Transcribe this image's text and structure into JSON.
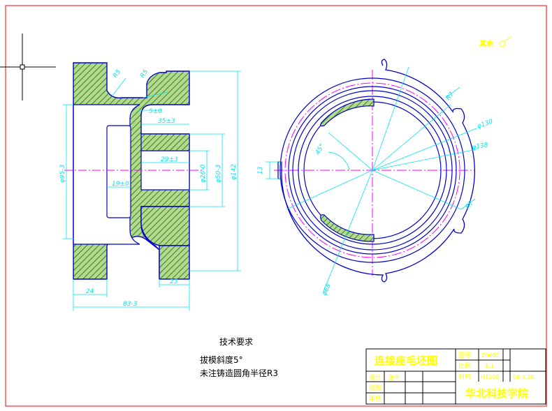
{
  "colors": {
    "border": "#ff0000",
    "outline": "#0000cc",
    "dimension": "#00e5ee",
    "centerline": "#ff00ff",
    "hatch": "#4caf50",
    "titleblock_text": "#ffff00"
  },
  "corner_note": "其余",
  "section_view": {
    "dimensions": {
      "r5_a": "R5",
      "r5_b": "R5",
      "d5": "5±0",
      "d35": "35±3",
      "d29": "29±3",
      "d19": "19±0",
      "dia95": "φ95-3",
      "dia26": "φ26-0",
      "dia50": "φ50-3",
      "dia142": "φ142",
      "w24": "24",
      "w23": "23",
      "w83": "83-3"
    }
  },
  "front_view": {
    "dimensions": {
      "r7_top": "R7",
      "r7_bottom": "R7",
      "dia130": "φ130",
      "dia138": "φ138",
      "angle45": "45°",
      "d13": "13",
      "dia68": "φ68"
    }
  },
  "notes": {
    "heading": "技术要求",
    "line1": "拔模斜度5°",
    "line2": "未注铸造圆角半径R3"
  },
  "title_block": {
    "title": "连接座毛坯图",
    "drawing_no_label": "图号",
    "drawing_no": "Z0602",
    "scale_label": "比例",
    "scale": "1:1",
    "material_label": "材料",
    "material": "HT200",
    "date": "09.4.20",
    "designed_label": "设计",
    "designer": "张平",
    "drawn_label": "描图",
    "checked_label": "审核",
    "school": "华北科技学院"
  }
}
